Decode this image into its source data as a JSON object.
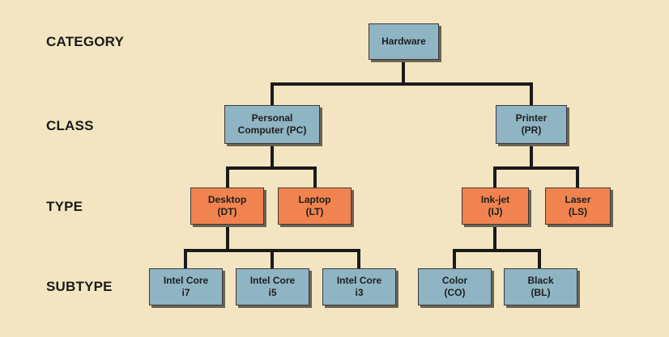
{
  "levels": {
    "category": "CATEGORY",
    "class": "CLASS",
    "type": "TYPE",
    "subtype": "SUBTYPE"
  },
  "nodes": {
    "hardware": {
      "line1": "Hardware",
      "line2": ""
    },
    "pc": {
      "line1": "Personal",
      "line2": "Computer (PC)"
    },
    "printer": {
      "line1": "Printer",
      "line2": "(PR)"
    },
    "desktop": {
      "line1": "Desktop",
      "line2": "(DT)"
    },
    "laptop": {
      "line1": "Laptop",
      "line2": "(LT)"
    },
    "inkjet": {
      "line1": "Ink-jet",
      "line2": "(IJ)"
    },
    "laser": {
      "line1": "Laser",
      "line2": "(LS)"
    },
    "i7": {
      "line1": "Intel Core",
      "line2": "i7"
    },
    "i5": {
      "line1": "Intel Core",
      "line2": "i5"
    },
    "i3": {
      "line1": "Intel Core",
      "line2": "i3"
    },
    "color": {
      "line1": "Color",
      "line2": "(CO)"
    },
    "black": {
      "line1": "Black",
      "line2": "(BL)"
    }
  },
  "colors": {
    "background": "#f3e5c2",
    "blue_box": "#8fb4c3",
    "orange_box": "#f0834f",
    "connector": "#1a1a1a"
  }
}
